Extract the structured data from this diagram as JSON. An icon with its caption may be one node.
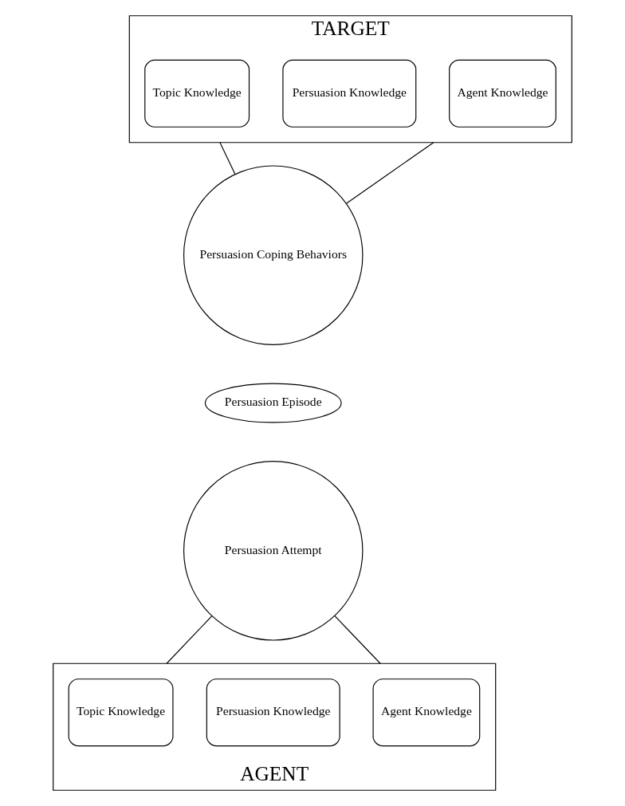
{
  "diagram": {
    "nodes": [
      {
        "text": [
          "TARGET"
        ]
      },
      {
        "text": [
          "Topic Knowledge"
        ],
        "in": 0
      },
      {
        "text": [
          "Persuasion Knowledge"
        ],
        "in": 0
      },
      {
        "text": [
          "Agent Knowledge"
        ],
        "in": 0
      },
      {
        "text": [
          "Persuasion Coping Behaviors"
        ]
      },
      {
        "text": [
          "Persuasion Episode"
        ]
      },
      {
        "text": [
          "Persuasion Attempt"
        ]
      },
      {
        "text": [
          "AGENT"
        ]
      },
      {
        "text": [
          "Topic Knowledge"
        ],
        "in": 7
      },
      {
        "text": [
          "Persuasion Knowledge"
        ],
        "in": 7
      },
      {
        "text": [
          "Agent Knowledge"
        ],
        "in": 7
      }
    ],
    "edges": [
      {
        "from": 0,
        "to": 4,
        "arrow": "none"
      },
      {
        "from": 0,
        "to": 4,
        "arrow": "none"
      },
      {
        "from": 6,
        "to": 7,
        "arrow": "none"
      },
      {
        "from": 6,
        "to": 7,
        "arrow": "none"
      }
    ]
  }
}
